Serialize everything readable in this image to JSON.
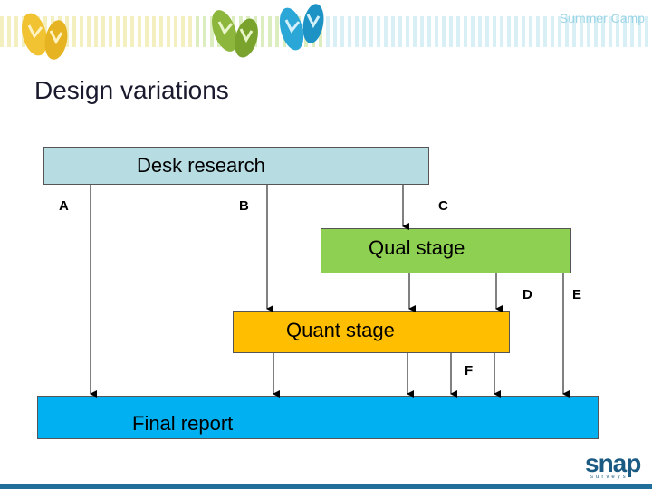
{
  "header": {
    "text": "Summer Camp"
  },
  "slide": {
    "title": "Design variations"
  },
  "diagram": {
    "boxes": {
      "desk_research": "Desk research",
      "qual_stage": "Qual stage",
      "quant_stage": "Quant stage",
      "final_report": "Final report"
    },
    "route_labels": {
      "a": "A",
      "b": "B",
      "c": "C",
      "d": "D",
      "e": "E",
      "f": "F"
    },
    "colors": {
      "desk_research": "#b7dde3",
      "qual_stage": "#8ed052",
      "quant_stage": "#ffbf00",
      "final_report": "#00b0f0"
    }
  },
  "logo": {
    "word": "snap",
    "sub": "surveys"
  }
}
